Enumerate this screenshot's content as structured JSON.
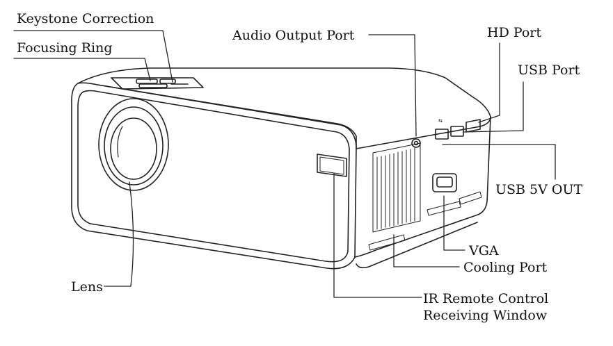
{
  "labels": {
    "keystone_correction": "Keystone Correction",
    "focusing_ring": "Focusing Ring",
    "audio_output_port": "Audio Output Port",
    "hd_port": "HD Port",
    "usb_port": "USB Port",
    "usb_5v_out": "USB 5V OUT",
    "vga": "VGA",
    "cooling_port": "Cooling Port",
    "lens": "Lens",
    "ir_remote_line1": "IR Remote Control",
    "ir_remote_line2": "Receiving Window"
  },
  "colors": {
    "line": "#222222",
    "text": "#111111",
    "background": "#ffffff"
  }
}
